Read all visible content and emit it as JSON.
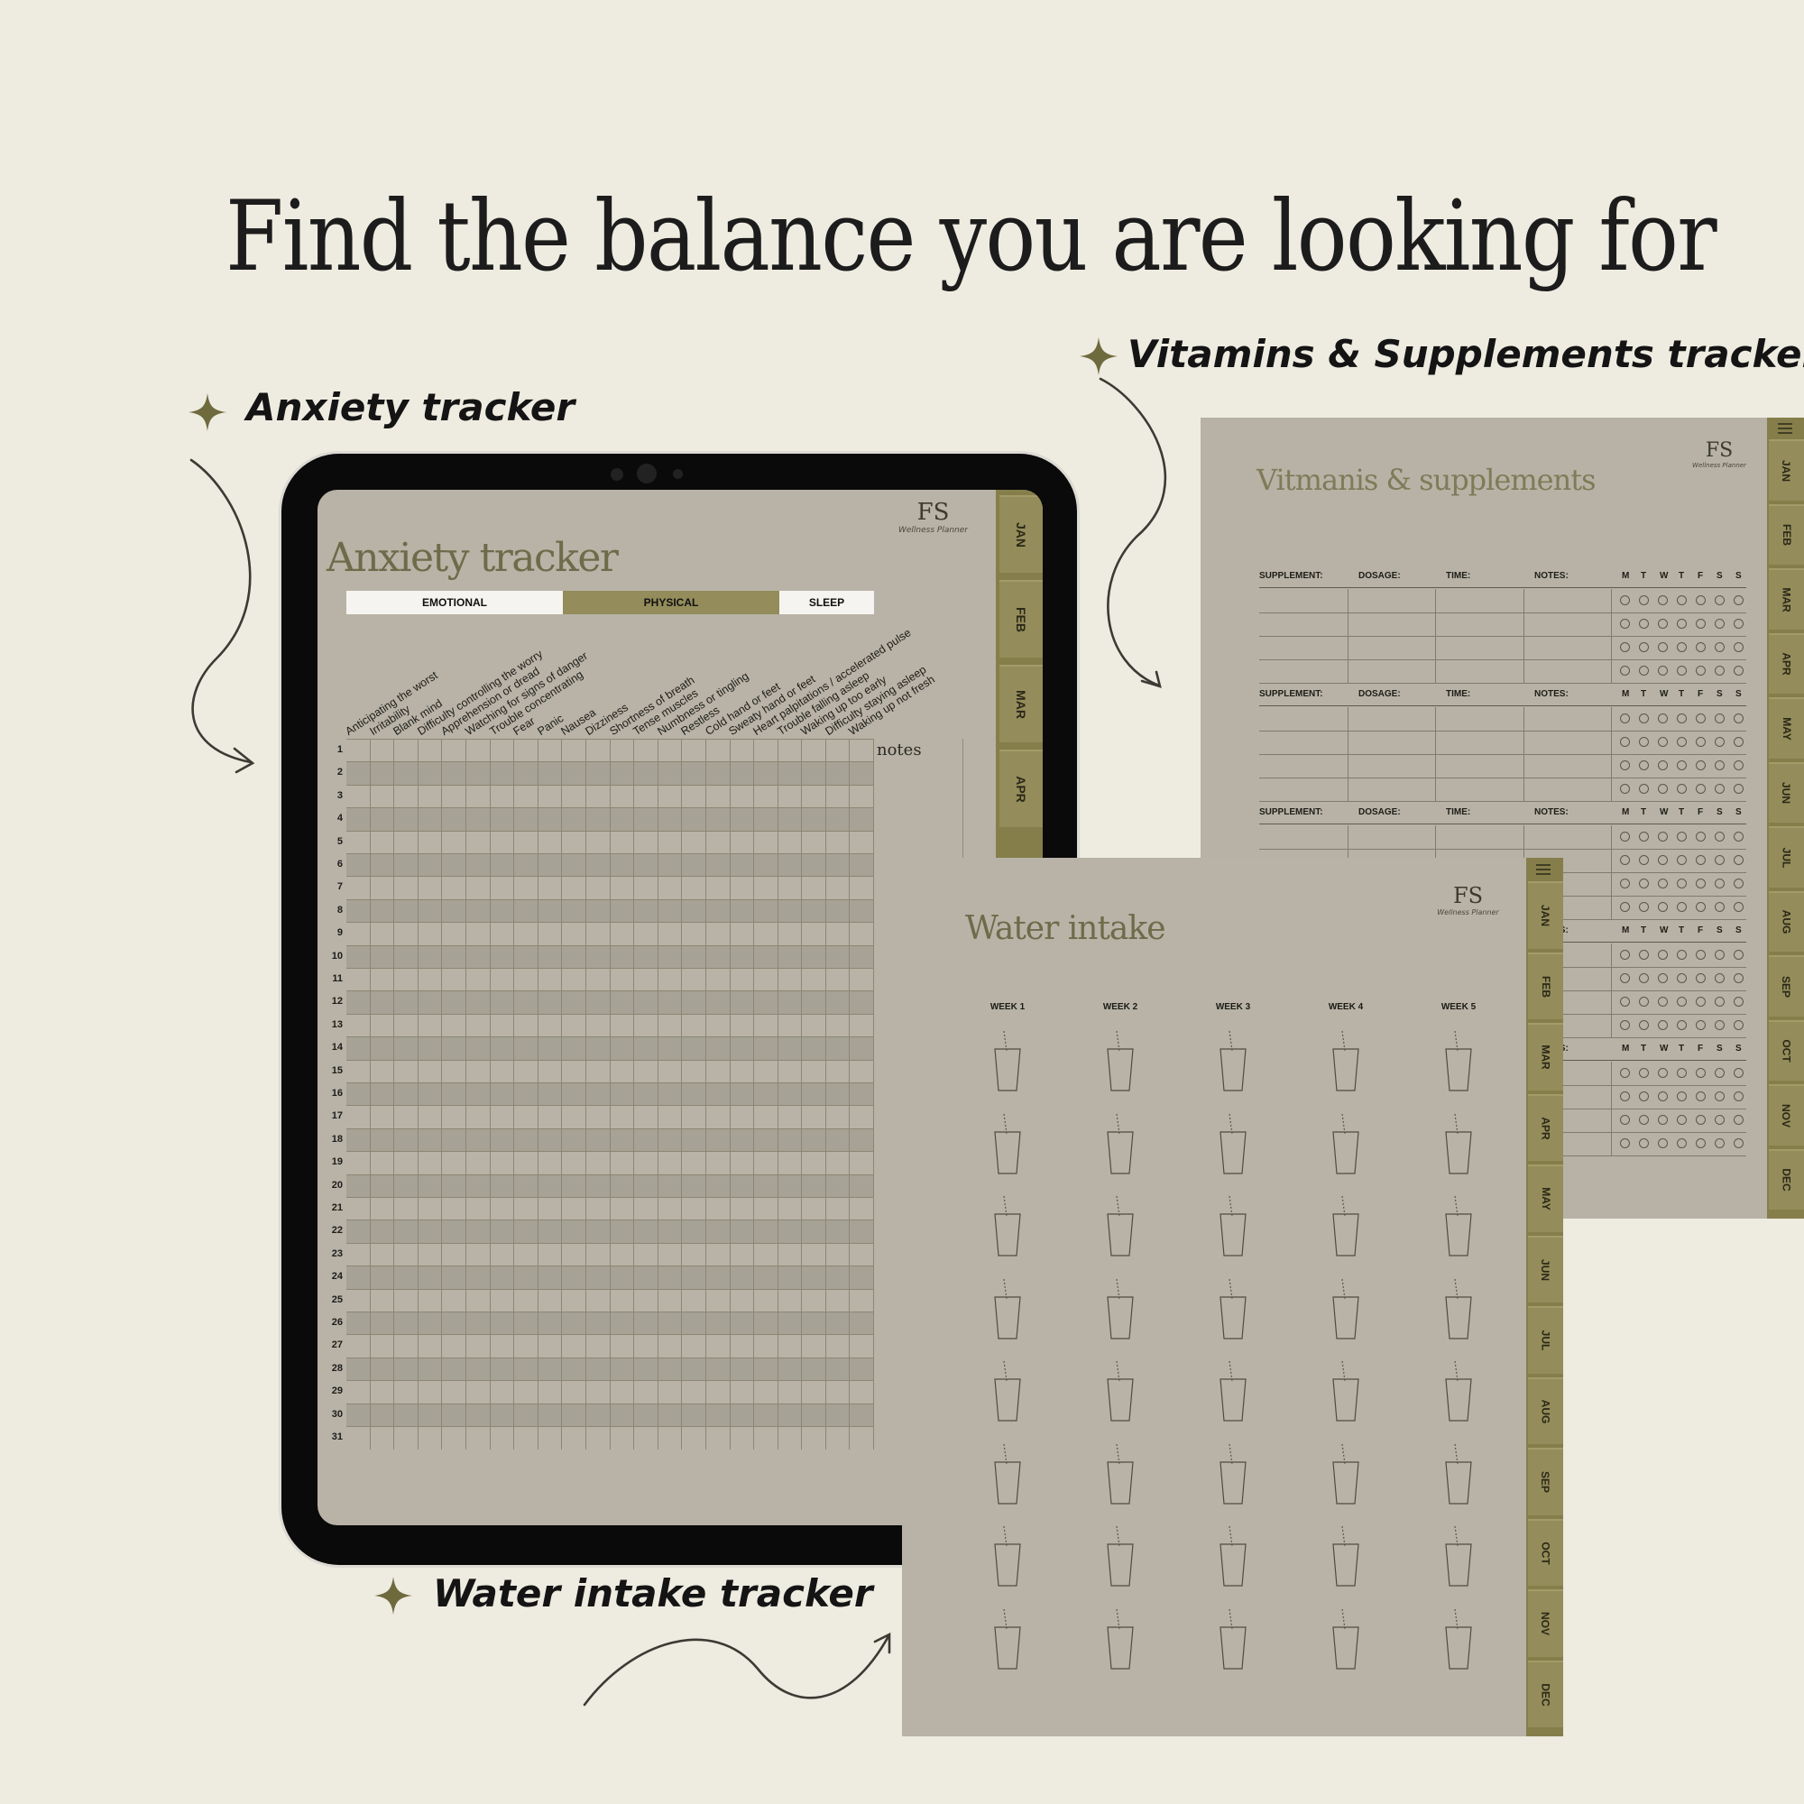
{
  "headline": "Find the balance you are looking for",
  "callouts": {
    "anxiety": "Anxiety tracker",
    "vitamins": "Vitamins & Supplements tracker",
    "water": "Water intake tracker"
  },
  "colors": {
    "background": "#eeebe0",
    "page": "#b8b3a6",
    "accent_olive": "#948c5a",
    "star": "#6e6a3e"
  },
  "logo": {
    "mark": "FS",
    "subtitle": "Wellness Planner"
  },
  "anxiety_tracker": {
    "title": "Anxiety tracker",
    "tabs": [
      {
        "label": "EMOTIONAL",
        "active": false
      },
      {
        "label": "PHYSICAL",
        "active": true
      },
      {
        "label": "SLEEP",
        "active": false
      }
    ],
    "symptoms": [
      "Anticipating the worst",
      "Irritability",
      "Blank mind",
      "Difficulty controlling the worry",
      "Apprehension or dread",
      "Watching for signs of danger",
      "Trouble concentrating",
      "Fear",
      "Panic",
      "Nausea",
      "Dizziness",
      "Shortness of breath",
      "Tense muscles",
      "Numbness or tingling",
      "Restless",
      "Cold hand or feet",
      "Sweaty hand or feet",
      "Heart palpitations / accelerated pulse",
      "Trouble falling asleep",
      "Waking up too early",
      "Difficulty staying asleep",
      "Waking up not fresh"
    ],
    "notes_label": "notes",
    "days": [
      "1",
      "2",
      "3",
      "4",
      "5",
      "6",
      "7",
      "8",
      "9",
      "10",
      "11",
      "12",
      "13",
      "14",
      "15",
      "16",
      "17",
      "18",
      "19",
      "20",
      "21",
      "22",
      "23",
      "24",
      "25",
      "26",
      "27",
      "28",
      "29",
      "30",
      "31"
    ],
    "month_tabs": [
      "JAN",
      "FEB",
      "MAR",
      "APR"
    ]
  },
  "vitamins_tracker": {
    "title": "Vitmanis & supplements",
    "columns": [
      "SUPPLEMENT:",
      "DOSAGE:",
      "TIME:",
      "NOTES:"
    ],
    "weekdays": [
      "M",
      "T",
      "W",
      "T",
      "F",
      "S",
      "S"
    ],
    "month_tabs": [
      "JAN",
      "FEB",
      "MAR",
      "APR",
      "MAY",
      "JUN",
      "JUL",
      "AUG",
      "SEP",
      "OCT",
      "NOV",
      "DEC"
    ]
  },
  "water_intake": {
    "title": "Water intake",
    "weeks": [
      "WEEK 1",
      "WEEK 2",
      "WEEK 3",
      "WEEK 4",
      "WEEK 5"
    ],
    "month_tabs": [
      "JAN",
      "FEB",
      "MAR",
      "APR",
      "MAY",
      "JUN",
      "JUL",
      "AUG",
      "SEP",
      "OCT",
      "NOV",
      "DEC"
    ]
  }
}
